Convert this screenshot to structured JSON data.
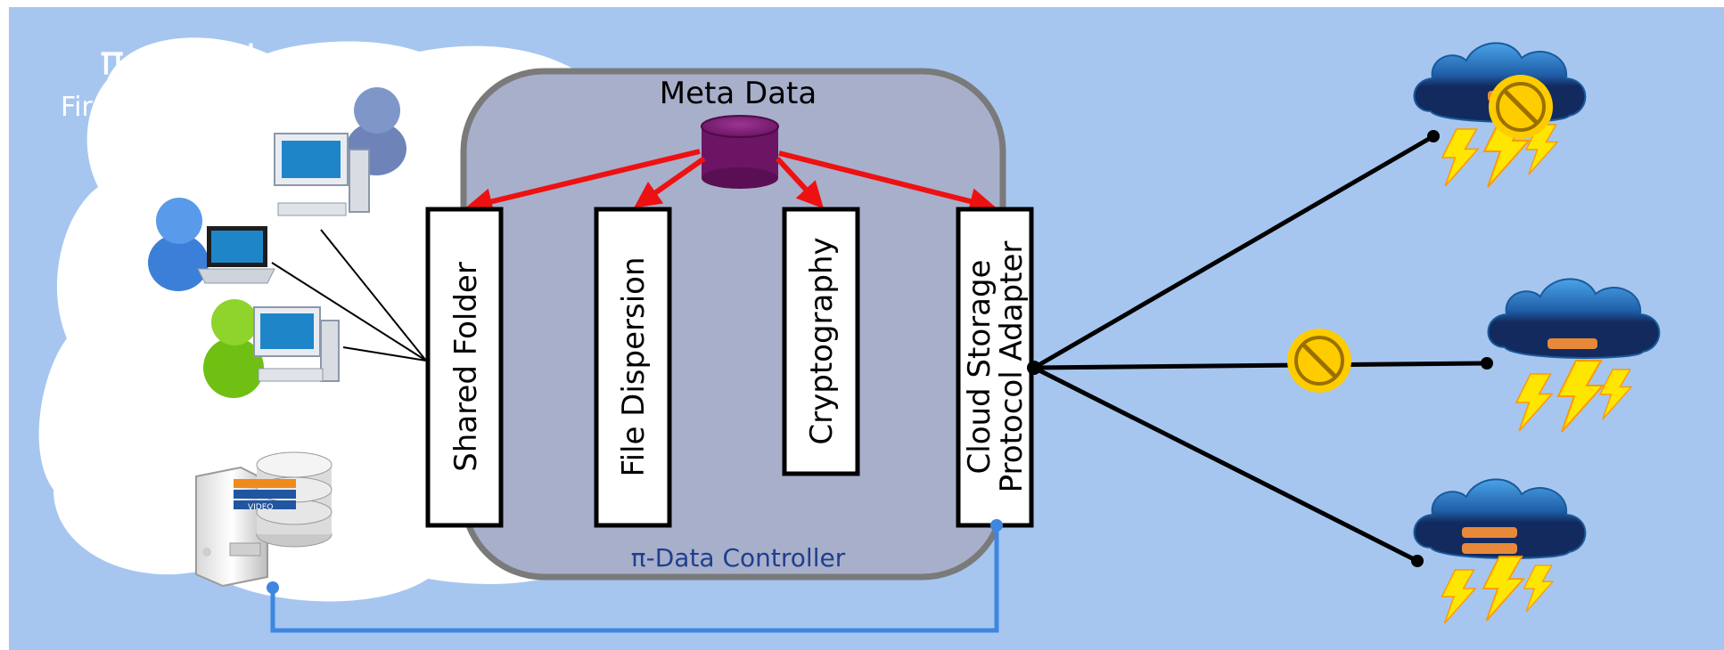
{
  "intranet": {
    "title": "π-Cloud =",
    "subtitle": "Firmen Intranet"
  },
  "meta_data_label": "Meta Data",
  "controller_label": "π-Data Controller",
  "modules": [
    {
      "lines": [
        "Shared Folder"
      ]
    },
    {
      "lines": [
        "File Dispersion"
      ]
    },
    {
      "lines": [
        "Cryptography"
      ]
    },
    {
      "lines": [
        "Cloud Storage",
        "Protocol Adapter"
      ]
    }
  ],
  "server_label": "VIDEO",
  "colors": {
    "background": "#a6c6f0",
    "cloud_white": "#ffffff",
    "controller_fill": "#a8afca",
    "controller_border": "#7a7a7a",
    "arrow_red": "#ee1111",
    "database_purple": "#6d1565",
    "link_blue": "#3f86e0",
    "storm_cloud": "#132a5e",
    "storm_cloud_top": "#2e88d2",
    "lightning": "#ffe600",
    "prohibit": "#ffcc00"
  },
  "icons": [
    "user-blue-icon",
    "user-green-icon",
    "user-gray-icon",
    "computer-icon",
    "laptop-icon",
    "database-icon",
    "server-icon",
    "storm-cloud-icon",
    "lightning-icon",
    "prohibited-icon"
  ]
}
